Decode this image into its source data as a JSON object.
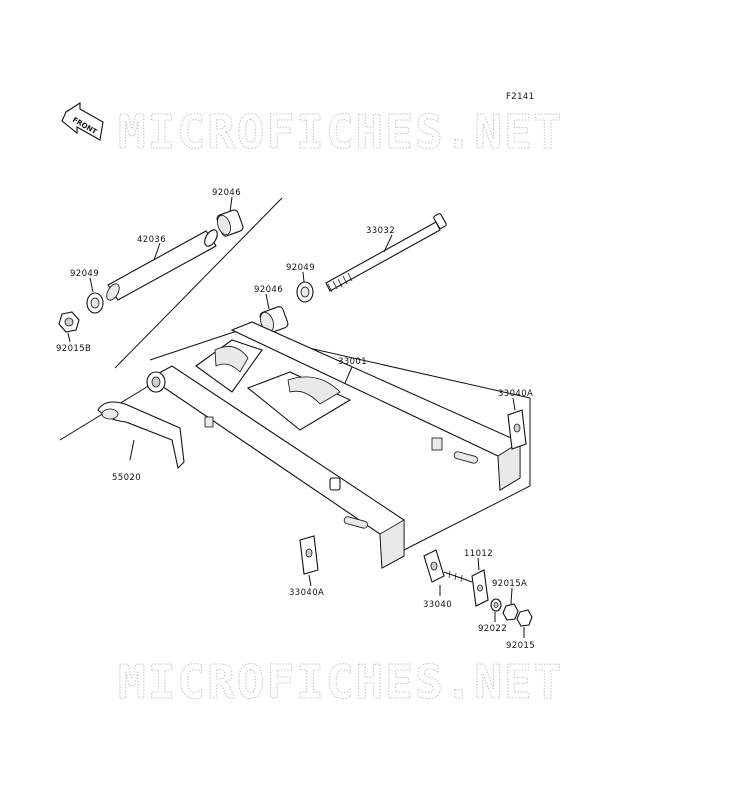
{
  "figure_code": "F2141",
  "front_arrow_label": "FRONT",
  "watermark_text": "MICROFICHES.NET",
  "parts": [
    {
      "key": "p92046a",
      "number": "92046"
    },
    {
      "key": "p42036",
      "number": "42036"
    },
    {
      "key": "p92049a",
      "number": "92049"
    },
    {
      "key": "p92015b",
      "number": "92015B"
    },
    {
      "key": "p33032",
      "number": "33032"
    },
    {
      "key": "p92049b",
      "number": "92049"
    },
    {
      "key": "p92046b",
      "number": "92046"
    },
    {
      "key": "p33001",
      "number": "33001"
    },
    {
      "key": "p33040a_r",
      "number": "33040A"
    },
    {
      "key": "p55020",
      "number": "55020"
    },
    {
      "key": "p33040a_l",
      "number": "33040A"
    },
    {
      "key": "p11012",
      "number": "11012"
    },
    {
      "key": "p92015a",
      "number": "92015A"
    },
    {
      "key": "p33040",
      "number": "33040"
    },
    {
      "key": "p92022",
      "number": "92022"
    },
    {
      "key": "p92015",
      "number": "92015"
    }
  ],
  "colors": {
    "line": "#111111",
    "watermark": "#c8c8c8",
    "background": "#ffffff"
  }
}
